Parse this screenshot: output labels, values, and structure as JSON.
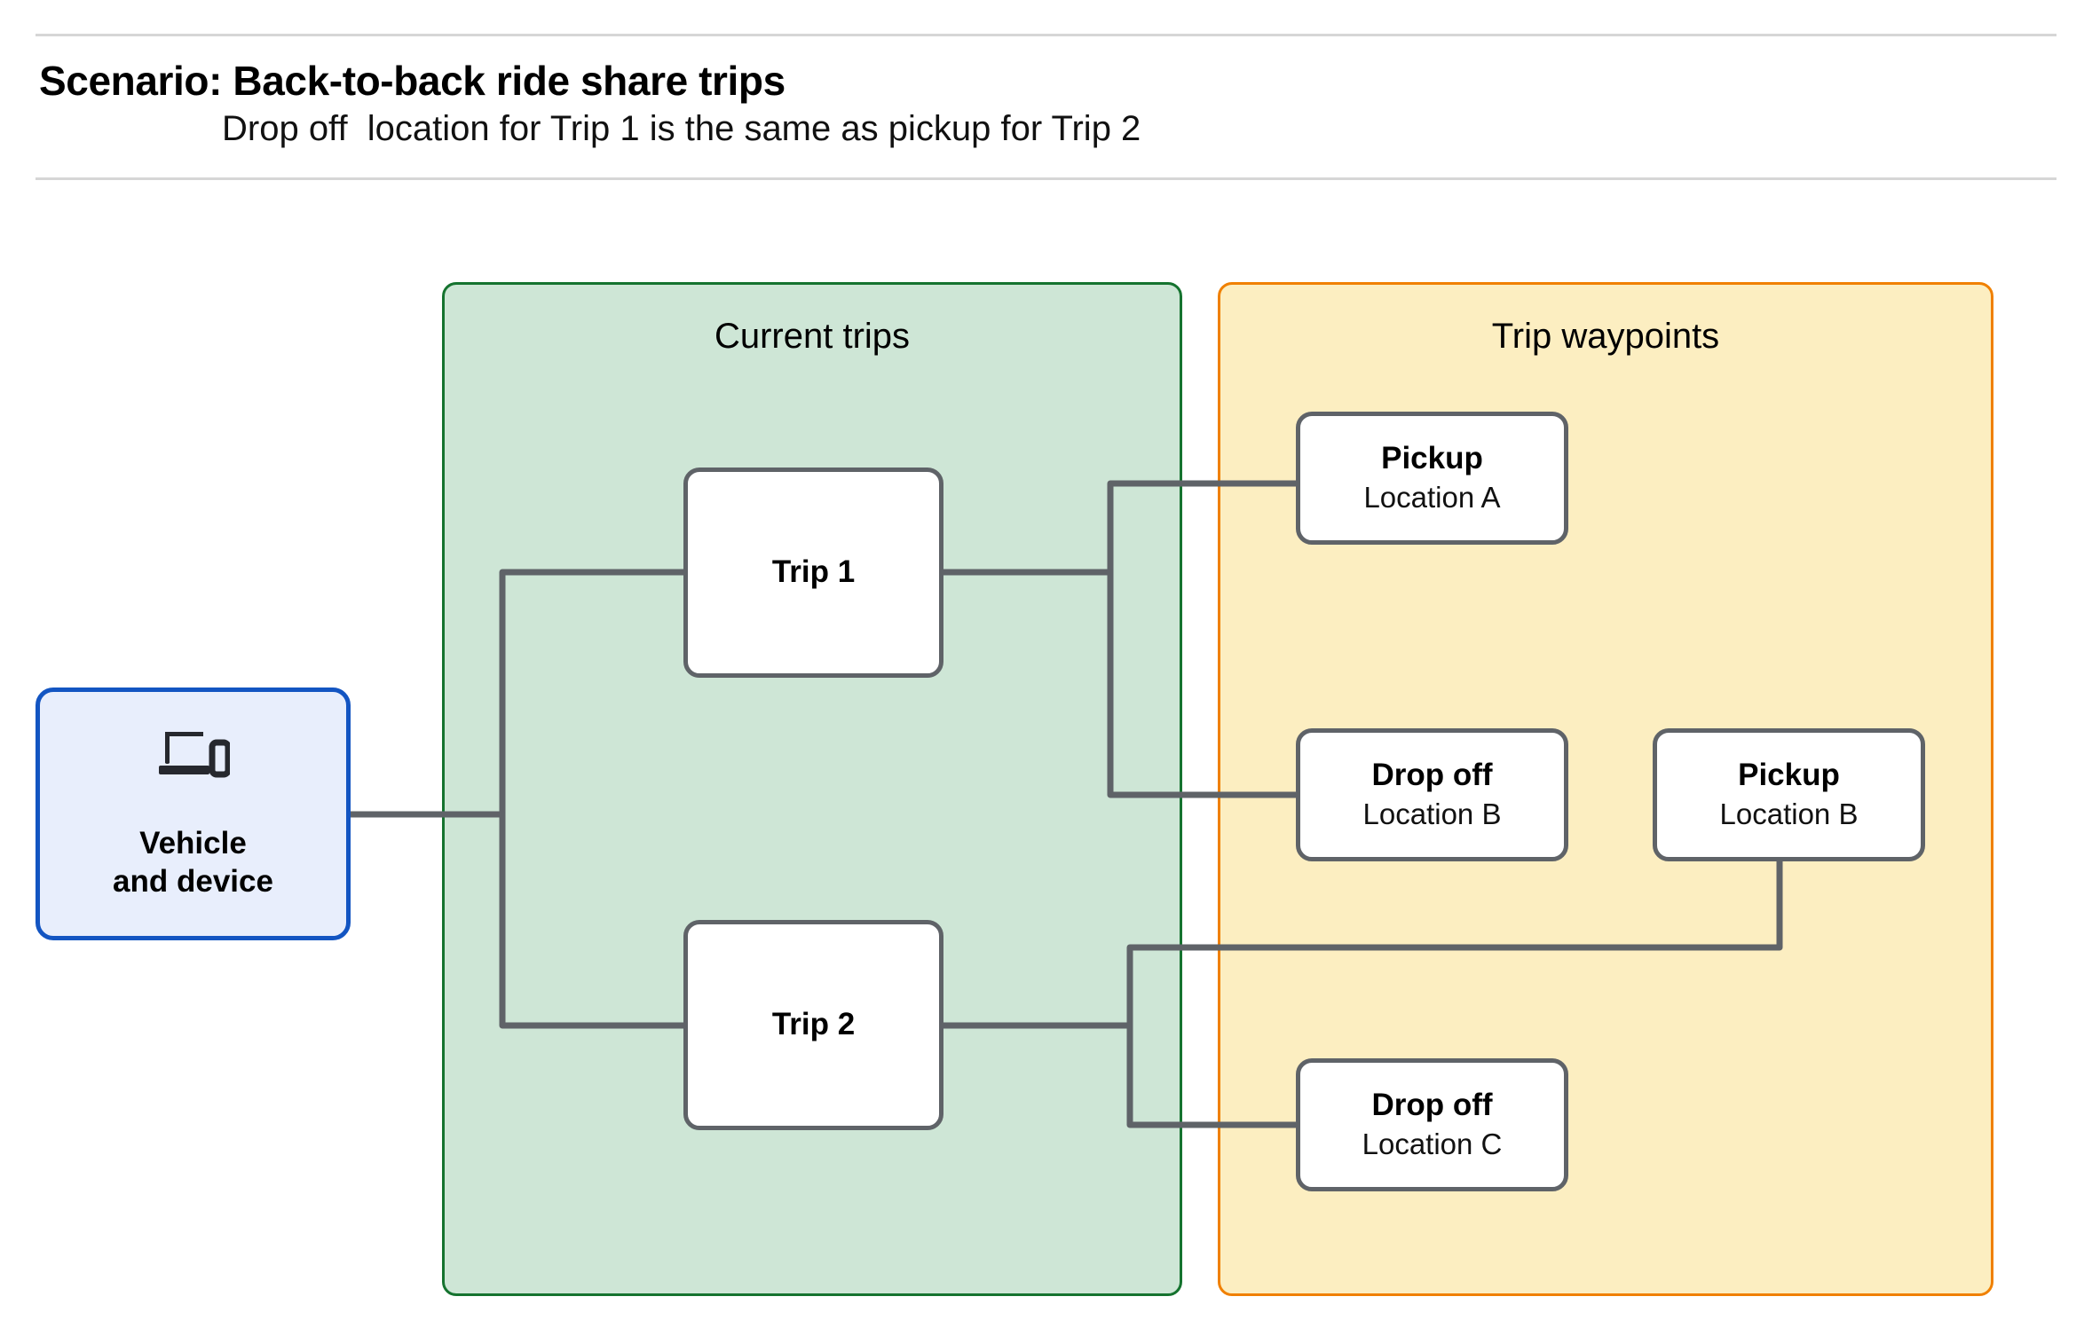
{
  "header": {
    "title": "Scenario: Back-to-back ride share trips",
    "subtitle": "Drop off  location for Trip 1 is the same as pickup for Trip 2"
  },
  "colors": {
    "current_trips_fill": "#cee6d6",
    "current_trips_border": "#15732f",
    "trip_waypoints_fill": "#fceec1",
    "trip_waypoints_border": "#f08000",
    "vehicle_fill": "#e8eefc",
    "vehicle_border": "#1355c2",
    "node_border": "#5f6368",
    "connector": "#5f6368",
    "rule": "#d6d6d6"
  },
  "vehicle": {
    "icon": "laptop-and-phone-icon",
    "label": "Vehicle\nand device"
  },
  "groups": {
    "current_trips": {
      "title": "Current trips",
      "trips": [
        {
          "label": "Trip 1"
        },
        {
          "label": "Trip 2"
        }
      ]
    },
    "trip_waypoints": {
      "title": "Trip waypoints",
      "waypoints": [
        {
          "type": "Pickup",
          "location": "Location A"
        },
        {
          "type": "Drop off",
          "location": "Location B"
        },
        {
          "type": "Pickup",
          "location": "Location B"
        },
        {
          "type": "Drop off",
          "location": "Location C"
        }
      ]
    }
  },
  "connections": [
    {
      "from": "Vehicle and device",
      "to": "Trip 1"
    },
    {
      "from": "Vehicle and device",
      "to": "Trip 2"
    },
    {
      "from": "Trip 1",
      "to": "Pickup Location A"
    },
    {
      "from": "Trip 1",
      "to": "Drop off Location B"
    },
    {
      "from": "Trip 2",
      "to": "Pickup Location B"
    },
    {
      "from": "Trip 2",
      "to": "Drop off Location C"
    }
  ]
}
